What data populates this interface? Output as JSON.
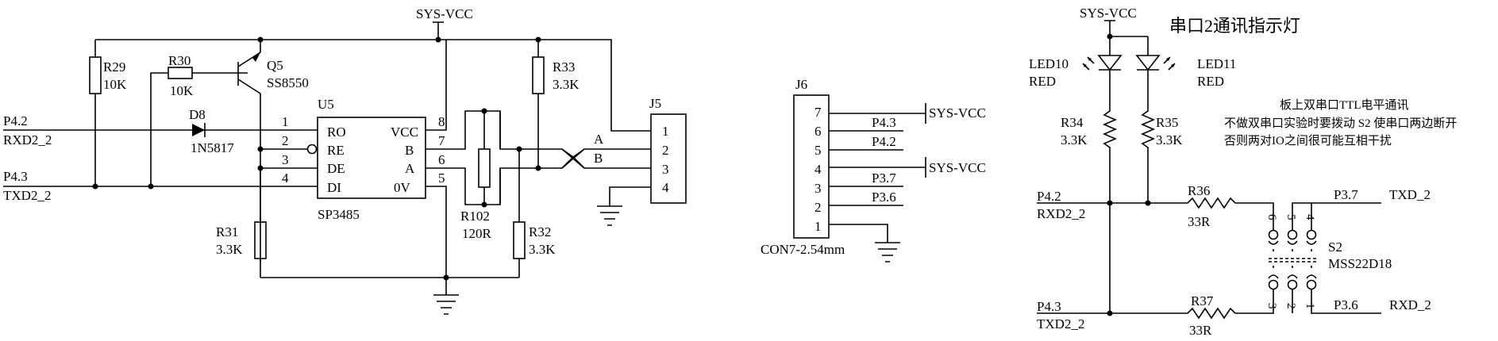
{
  "left_circuit": {
    "sys_vcc": "SYS-VCC",
    "r29": {
      "ref": "R29",
      "value": "10K"
    },
    "r30": {
      "ref": "R30",
      "value": "10K"
    },
    "q5": {
      "ref": "Q5",
      "value": "SS8550"
    },
    "u5": {
      "ref": "U5",
      "part": "SP3485",
      "pins_left": [
        "RO",
        "RE",
        "DE",
        "DI"
      ],
      "pins_right": [
        "VCC",
        "B",
        "A",
        "0V"
      ],
      "pin_nums_left": [
        "1",
        "2",
        "3",
        "4"
      ],
      "pin_nums_right": [
        "8",
        "7",
        "6",
        "5"
      ]
    },
    "d8": {
      "ref": "D8",
      "value": "1N5817"
    },
    "net_p42": "P4.2",
    "net_rxd2": "RXD2_2",
    "net_p43": "P4.3",
    "net_txd2": "TXD2_2",
    "r31": {
      "ref": "R31",
      "value": "3.3K"
    },
    "r32": {
      "ref": "R32",
      "value": "3.3K"
    },
    "r33": {
      "ref": "R33",
      "value": "3.3K"
    },
    "r102": {
      "ref": "R102",
      "value": "120R"
    },
    "j5": {
      "ref": "J5",
      "pins": [
        "1",
        "2",
        "3",
        "4"
      ]
    },
    "bus_a": "A",
    "bus_b": "B"
  },
  "middle_connector": {
    "ref": "J6",
    "part": "CON7-2.54mm",
    "pins": [
      "7",
      "6",
      "5",
      "4",
      "3",
      "2",
      "1"
    ],
    "nets": {
      "n7": "SYS-VCC",
      "n6": "P4.3",
      "n5": "P4.2",
      "n4": "SYS-VCC",
      "n3": "P3.7",
      "n2": "P3.6"
    }
  },
  "right_circuit": {
    "title": "串口2通讯指示灯",
    "sys_vcc": "SYS-VCC",
    "led10": {
      "ref": "LED10",
      "color": "RED"
    },
    "led11": {
      "ref": "LED11",
      "color": "RED"
    },
    "note": [
      "板上双串口TTL电平通讯",
      "不做双串口实验时要拨动 S2 使串口两边断开",
      "否则两对IO之间很可能互相干扰"
    ],
    "r34": {
      "ref": "R34",
      "value": "3.3K"
    },
    "r35": {
      "ref": "R35",
      "value": "3.3K"
    },
    "r36": {
      "ref": "R36",
      "value": "33R"
    },
    "r37": {
      "ref": "R37",
      "value": "33R"
    },
    "net_p42": "P4.2",
    "net_rxd2": "RXD2_2",
    "net_p43": "P4.3",
    "net_txd2": "TXD2_2",
    "net_p37": "P3.7",
    "net_txd_2": "TXD_2",
    "net_p36": "P3.6",
    "net_rxd_2": "RXD_2",
    "s2": {
      "ref": "S2",
      "part": "MSS22D18",
      "pins_top": [
        "6",
        "5",
        "4"
      ],
      "pins_bottom": [
        "3",
        "2",
        "1"
      ]
    }
  }
}
